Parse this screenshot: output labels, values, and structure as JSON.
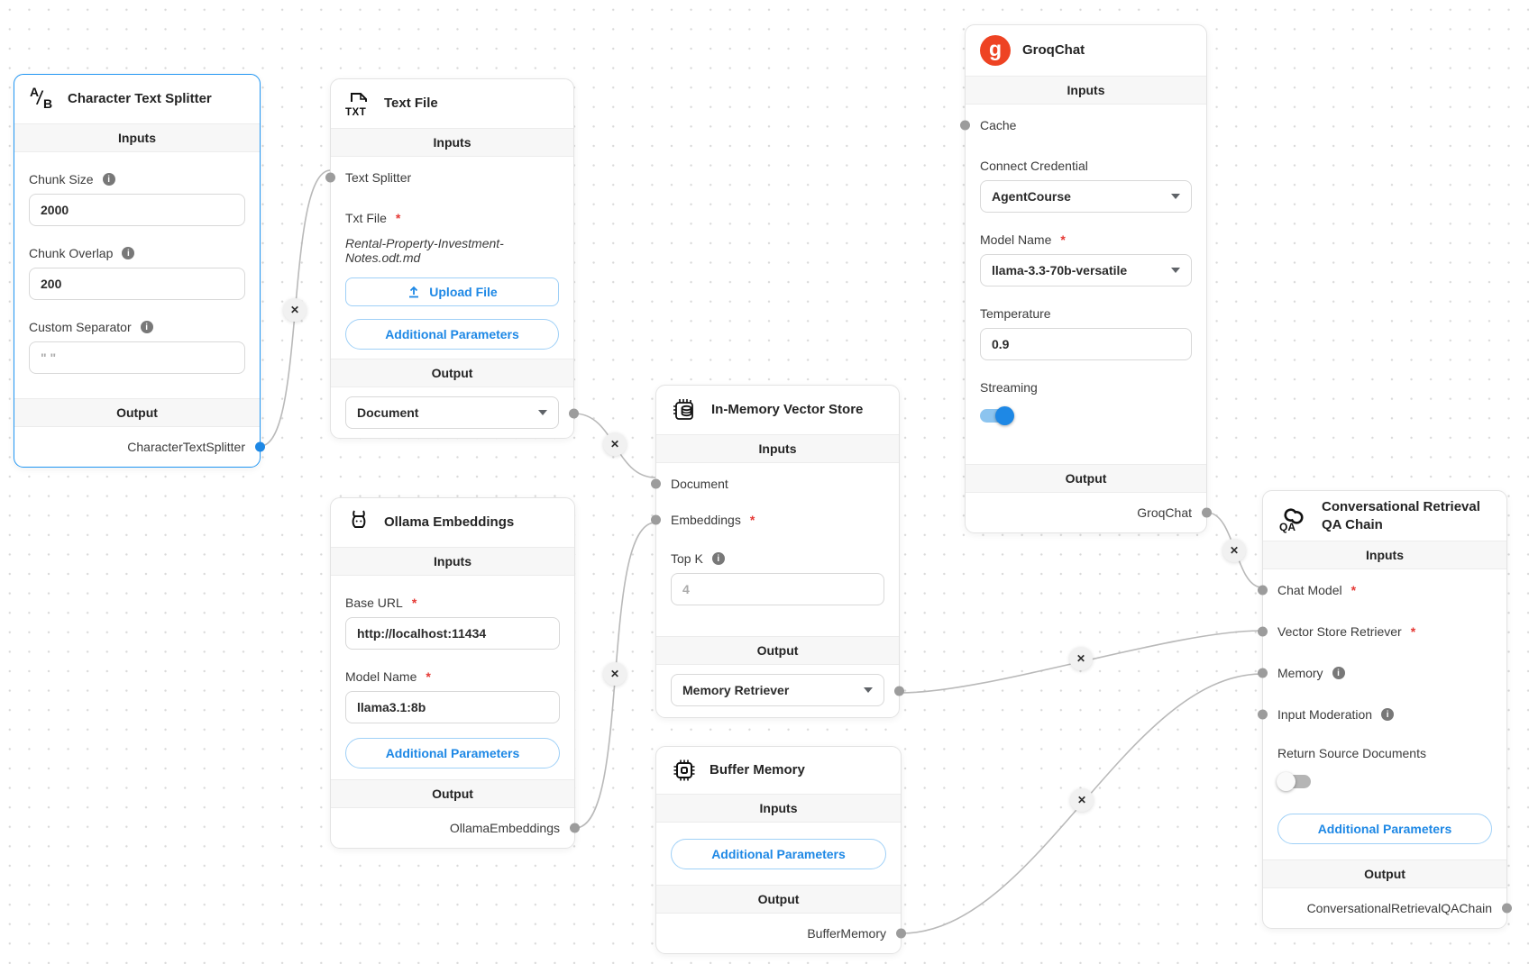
{
  "common": {
    "inputs_header": "Inputs",
    "output_header": "Output",
    "additional_parameters_label": "Additional Parameters",
    "required_marker": "*",
    "info_glyph": "i",
    "delete_edge_glyph": "✕"
  },
  "colors": {
    "accent_blue": "#1e88e5",
    "selected_node_border": "#2196f3",
    "groq_red": "#ee4323",
    "handle_gray": "#9c9c9c",
    "edge_gray": "#b9b9b9"
  },
  "icon_glyphs": {
    "ab_a": "A",
    "ab_slash": "/",
    "ab_b": "B",
    "txt": "TXT",
    "groq_g": "g",
    "qa": "QA"
  },
  "nodes": {
    "character_text_splitter": {
      "title": "Character Text Splitter",
      "chunk_size_label": "Chunk Size",
      "chunk_size_value": "2000",
      "chunk_overlap_label": "Chunk Overlap",
      "chunk_overlap_value": "200",
      "custom_separator_label": "Custom Separator",
      "custom_separator_placeholder": "\" \"",
      "output_label": "CharacterTextSplitter"
    },
    "text_file": {
      "title": "Text File",
      "anchor_text_splitter": "Text Splitter",
      "txt_file_label": "Txt File",
      "filename": "Rental-Property-Investment-Notes.odt.md",
      "upload_label": "Upload File",
      "output_select_value": "Document"
    },
    "groqchat": {
      "title": "GroqChat",
      "anchor_cache": "Cache",
      "connect_credential_label": "Connect Credential",
      "connect_credential_value": "AgentCourse",
      "model_name_label": "Model Name",
      "model_name_value": "llama-3.3-70b-versatile",
      "temperature_label": "Temperature",
      "temperature_value": "0.9",
      "streaming_label": "Streaming",
      "streaming_on": true,
      "output_label": "GroqChat"
    },
    "in_memory_vector_store": {
      "title": "In-Memory Vector Store",
      "anchor_document": "Document",
      "anchor_embeddings": "Embeddings",
      "top_k_label": "Top K",
      "top_k_placeholder": "4",
      "output_select_value": "Memory Retriever"
    },
    "ollama_embeddings": {
      "title": "Ollama Embeddings",
      "base_url_label": "Base URL",
      "base_url_value": "http://localhost:11434",
      "model_name_label": "Model Name",
      "model_name_value": "llama3.1:8b",
      "output_label": "OllamaEmbeddings"
    },
    "buffer_memory": {
      "title": "Buffer Memory",
      "output_label": "BufferMemory"
    },
    "conversational_retrieval_qa_chain": {
      "title": "Conversational Retrieval QA Chain",
      "anchor_chat_model": "Chat Model",
      "anchor_vector_store_retriever": "Vector Store Retriever",
      "anchor_memory": "Memory",
      "anchor_input_moderation": "Input Moderation",
      "return_source_documents_label": "Return Source Documents",
      "return_source_documents_on": false,
      "output_label": "ConversationalRetrievalQAChain"
    }
  }
}
